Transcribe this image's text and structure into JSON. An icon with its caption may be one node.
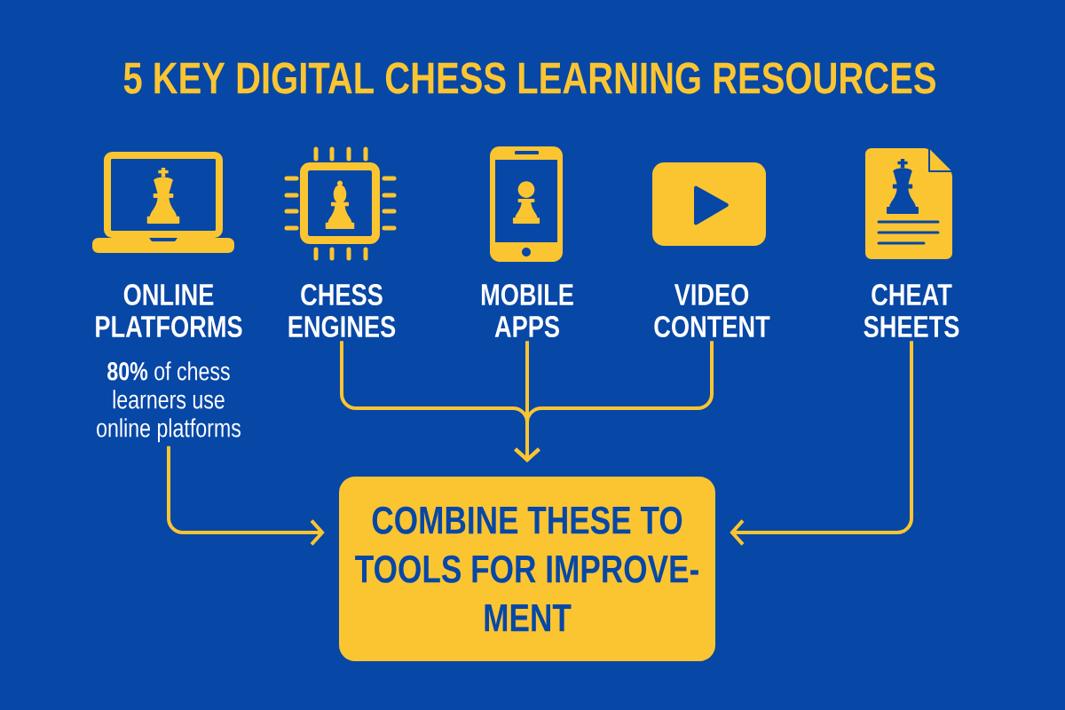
{
  "diagram": {
    "title": "5 KEY DIGITAL CHESS LEARNING RESOURCES",
    "nodes": [
      {
        "text": [
          "ONLINE PLATFORMS",
          "**80%** of chess learners use online platforms"
        ]
      },
      {
        "text": [
          "CHESS ENGINES"
        ]
      },
      {
        "text": [
          "MOBILE APPS"
        ]
      },
      {
        "text": [
          "VIDEO CONTENT"
        ]
      },
      {
        "text": [
          "CHEAT SHEETS"
        ]
      },
      {
        "text": [
          "COMBINE THESE TO TOOLS FOR IMPROVE- MENT"
        ]
      }
    ],
    "edges": [
      {
        "from": 0,
        "to": 5,
        "arrow": "to"
      },
      {
        "from": 1,
        "to": 5,
        "arrow": "to"
      },
      {
        "from": 2,
        "to": 5,
        "arrow": "to"
      },
      {
        "from": 3,
        "to": 5,
        "arrow": "to"
      },
      {
        "from": 4,
        "to": 5,
        "arrow": "to"
      }
    ]
  }
}
